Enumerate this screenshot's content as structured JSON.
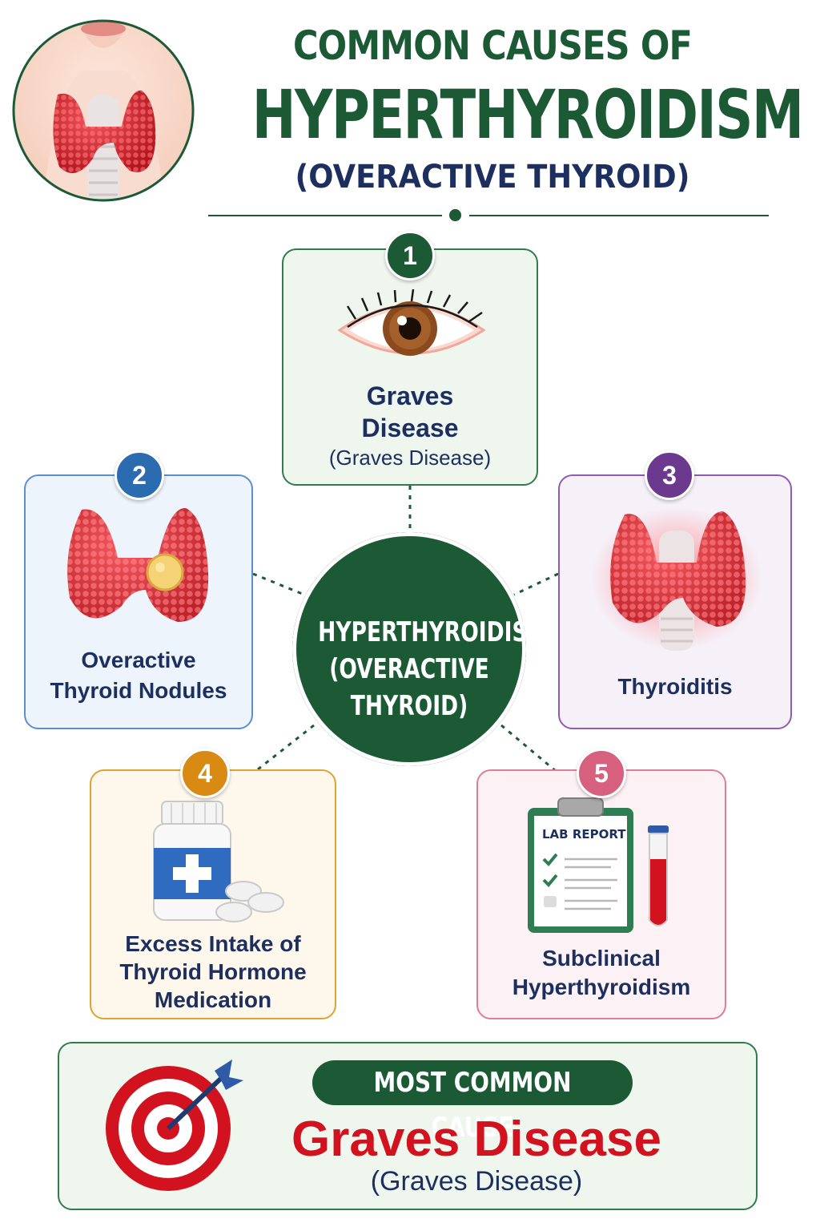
{
  "header": {
    "line1": "COMMON CAUSES OF",
    "line2": "HYPERTHYROIDISM",
    "line3": "(OVERACTIVE THYROID)"
  },
  "center": {
    "line1": "HYPERTHYROIDISM",
    "line2": "(OVERACTIVE",
    "line3": "THYROID)"
  },
  "causes": [
    {
      "number": "1",
      "line1": "Graves",
      "line2": "Disease",
      "sub": "(Graves Disease)"
    },
    {
      "number": "2",
      "line1": "Overactive",
      "line2": "Thyroid Nodules"
    },
    {
      "number": "3",
      "line1": "Thyroiditis"
    },
    {
      "number": "4",
      "line1": "Excess Intake of",
      "line2": "Thyroid Hormone",
      "line3": "Medication"
    },
    {
      "number": "5",
      "line1": "Subclinical",
      "line2": "Hyperthyroidism",
      "icon_text": "LAB REPORT"
    }
  ],
  "bottom": {
    "pill": "MOST COMMON CAUSE",
    "main": "Graves Disease",
    "sub": "(Graves Disease)"
  },
  "colors": {
    "green": "#1c5a35",
    "blue": "#2b6cb0",
    "purple": "#6b3a8e",
    "orange": "#d98a12",
    "pink": "#d6607e",
    "red": "#d3121f",
    "navy": "#1d2f5e"
  }
}
